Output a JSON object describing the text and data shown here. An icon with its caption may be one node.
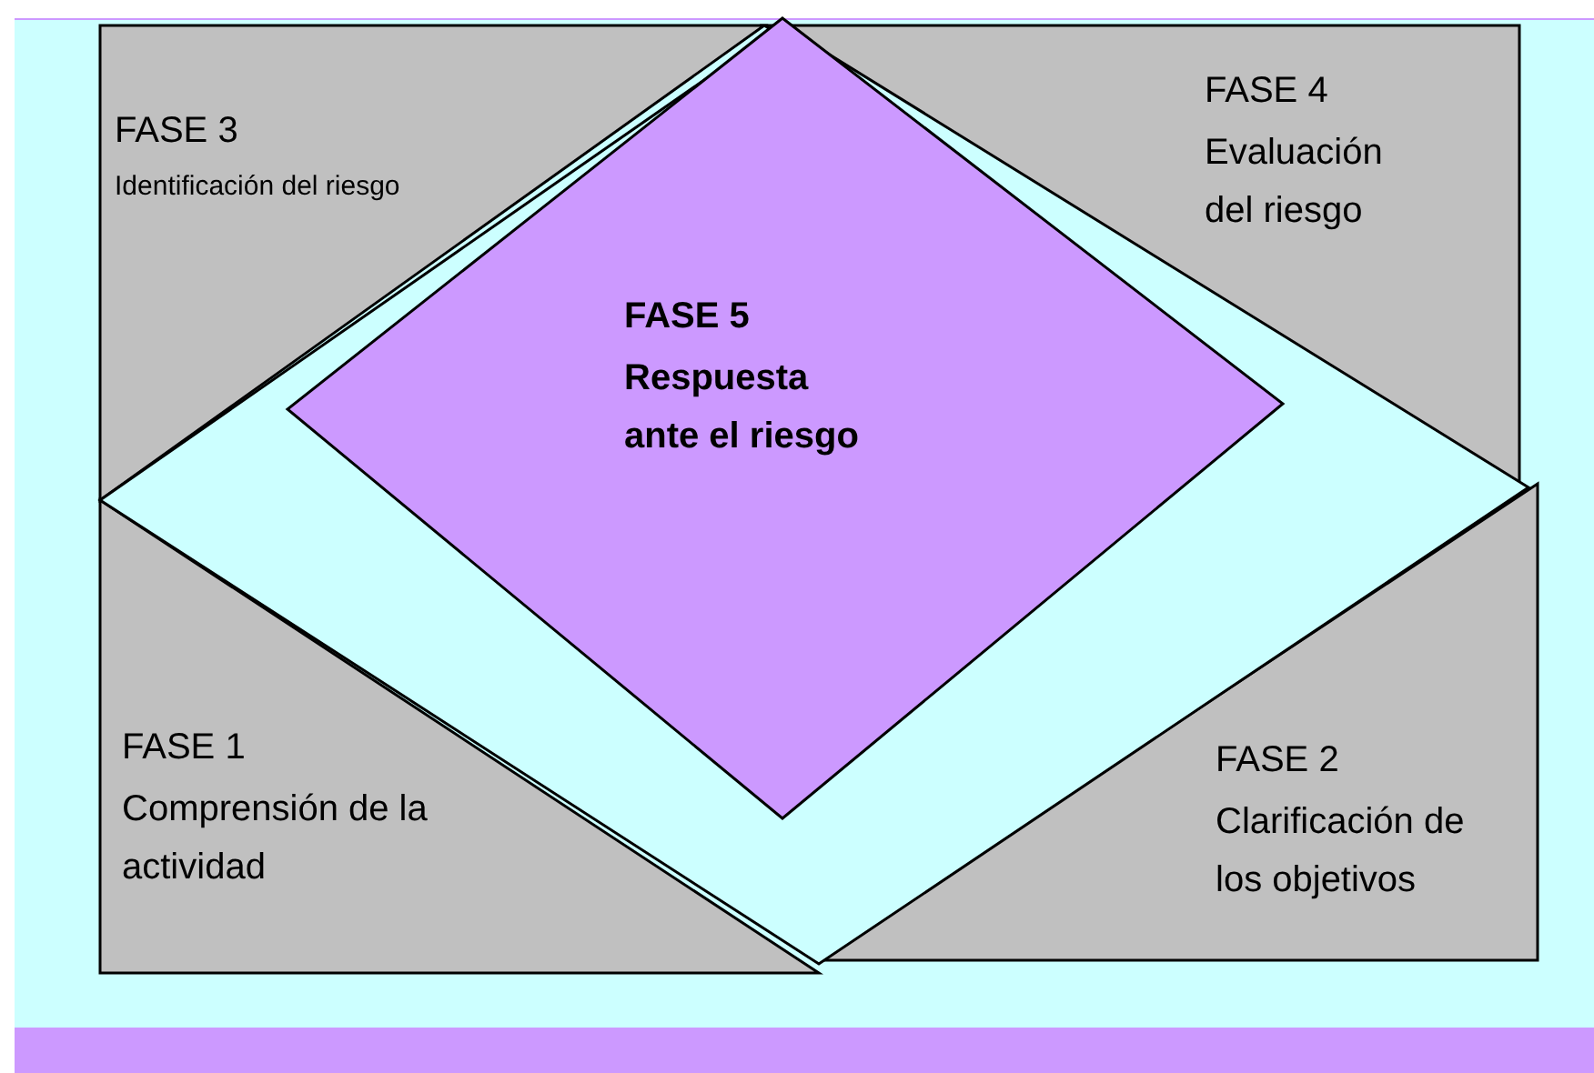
{
  "diagram": {
    "nodes": [
      {
        "text": [
          "FASE 3",
          "Identificación del riesgo"
        ]
      },
      {
        "text": [
          "FASE 4",
          "Evaluación del riesgo"
        ]
      },
      {
        "text": [
          "FASE 5",
          "Respuesta ante el riesgo"
        ]
      },
      {
        "text": [
          "FASE 1",
          "Comprensión de la actividad"
        ]
      },
      {
        "text": [
          "FASE 2",
          "Clarificación de los objetivos"
        ]
      }
    ]
  }
}
